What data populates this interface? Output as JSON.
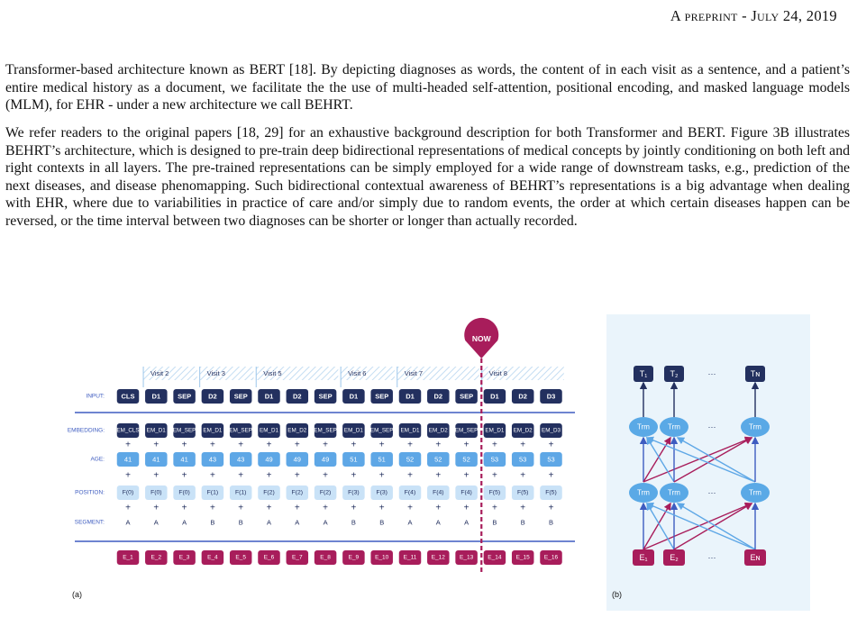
{
  "header": {
    "running_head_small": "A preprint",
    "separator": " - ",
    "date": "July 24, 2019"
  },
  "paragraphs": [
    "Transformer-based architecture known as BERT [18]. By depicting diagnoses as words, the content of in each visit as a sentence, and a patient’s entire medical history as a document, we facilitate the the use of multi-headed self-attention, positional encoding, and masked language models (MLM), for EHR - under a new architecture we call BEHRT.",
    "We refer readers to the original papers [18, 29] for an exhaustive background description for both Transformer and BERT. Figure 3B illustrates BEHRT’s architecture, which is designed to pre-train deep bidirectional representations of medical concepts by jointly conditioning on both left and right contexts in all layers. The pre-trained representations can be simply employed for a wide range of downstream tasks, e.g., prediction of the next diseases, and disease phenomapping. Such bidirectional contextual awareness of BEHRT’s representations is a big advantage when dealing with EHR, where due to variabilities in practice of care and/or simply due to random events, the order at which certain diseases happen can be reversed, or the time interval between two diagnoses can be shorter or longer than actually recorded."
  ],
  "figure_a": {
    "panel_label": "(a)",
    "now_label": "NOW",
    "visits": [
      "Visit 2",
      "Visit 3",
      "Visit 5",
      "Visit 6",
      "Visit 7",
      "Visit 8"
    ],
    "row_labels": {
      "input": "INPUT:",
      "embedding": "EMBEDDING:",
      "age": "AGE:",
      "position": "POSITION:",
      "segment": "SEGMENT:"
    },
    "plus_sign": "+",
    "input": [
      "CLS",
      "D1",
      "SEP",
      "D2",
      "SEP",
      "D1",
      "D2",
      "SEP",
      "D1",
      "SEP",
      "D1",
      "D2",
      "SEP",
      "D1",
      "D2",
      "D3"
    ],
    "embedding": [
      "EM_CLS",
      "EM_D1",
      "EM_SEP",
      "EM_D1",
      "EM_SEP",
      "EM_D1",
      "EM_D2",
      "EM_SEP",
      "EM_D1",
      "EM_SEP",
      "EM_D1",
      "EM_D2",
      "EM_SEP",
      "EM_D1",
      "EM_D2",
      "EM_D3"
    ],
    "age": [
      "41",
      "41",
      "41",
      "43",
      "43",
      "49",
      "49",
      "49",
      "51",
      "51",
      "52",
      "52",
      "52",
      "53",
      "53",
      "53"
    ],
    "position": [
      "F(0)",
      "F(0)",
      "F(0)",
      "F(1)",
      "F(1)",
      "F(2)",
      "F(2)",
      "F(2)",
      "F(3)",
      "F(3)",
      "F(4)",
      "F(4)",
      "F(4)",
      "F(5)",
      "F(5)",
      "F(5)"
    ],
    "segment": [
      "A",
      "A",
      "A",
      "B",
      "B",
      "A",
      "A",
      "A",
      "B",
      "B",
      "A",
      "A",
      "A",
      "B",
      "B",
      "B"
    ],
    "output": [
      "E_1",
      "E_2",
      "E_3",
      "E_4",
      "E_5",
      "E_6",
      "E_7",
      "E_8",
      "E_9",
      "E_10",
      "E_11",
      "E_12",
      "E_13",
      "E_14",
      "E_15",
      "E_16"
    ]
  },
  "figure_b": {
    "panel_label": "(b)",
    "top": [
      "T₁",
      "T₂",
      "···",
      "Tɴ"
    ],
    "trm": "Trm",
    "bottom": [
      "E₁",
      "E₂",
      "···",
      "Eɴ"
    ]
  },
  "colors": {
    "dark_navy": "#23305f",
    "mid_blue": "#5ea7e6",
    "light_blue": "#c9e2f7",
    "magenta": "#a81d5b",
    "accent_blue": "#3e5cc0",
    "panel_bg": "#eaf4fb",
    "trm_blue": "#5aa9e6"
  }
}
